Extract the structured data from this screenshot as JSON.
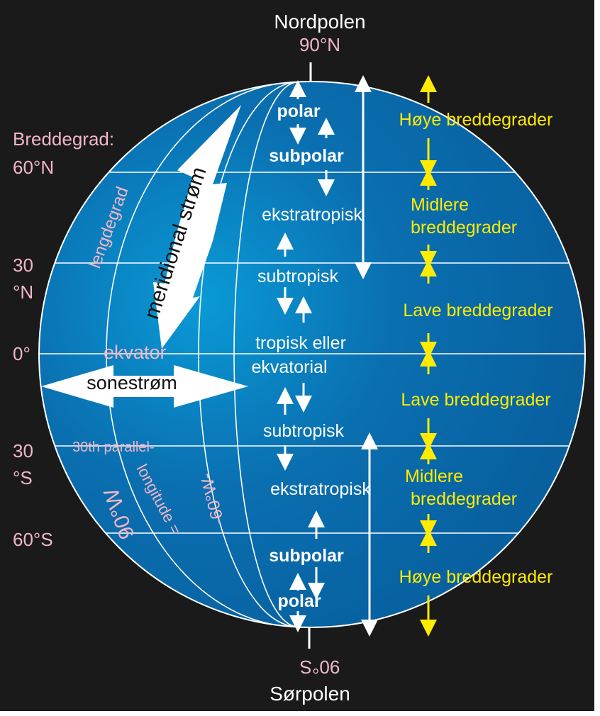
{
  "poles": {
    "north_name": "Nordpolen",
    "north_lat": "90°N",
    "south_name": "Sørpolen",
    "south_lat": "90°S"
  },
  "left_labels": {
    "breddegrad": "Breddegrad:",
    "lat60n": "60°N",
    "lat30n_a": "30",
    "lat30n_b": "°N",
    "lat0": "0°",
    "lat30s_a": "30",
    "lat30s_b": "°S",
    "lat60s": "60°S"
  },
  "globe_labels": {
    "lengdegrad": "lengdegrad",
    "meridional": "meridional strøm",
    "ekvator": "ekvator",
    "sonestrom": "sonestrøm",
    "parallel30": "30th parallel-",
    "longitude": "longitude =",
    "w90": "90°W",
    "w60": "-60°W-"
  },
  "zones": [
    "polar",
    "subpolar",
    "ekstratropisk",
    "subtropisk",
    "tropisk eller",
    "ekvatorial",
    "subtropisk",
    "ekstratropisk",
    "subpolar",
    "polar"
  ],
  "bands": {
    "high_n": "Høye breddegrader",
    "mid_n_a": "Midlere",
    "mid_n_b": "breddegrader",
    "low_n": "Lave breddegrader",
    "low_s": "Lave breddegrader",
    "mid_s_a": "Midlere",
    "mid_s_b": "breddegrader",
    "high_s": "Høye breddegrader"
  },
  "colors": {
    "background": "#1a1a1a",
    "globe": "#0a66a8",
    "band_arrow": "#ffeb00",
    "label_pink": "#f2b6c8"
  }
}
